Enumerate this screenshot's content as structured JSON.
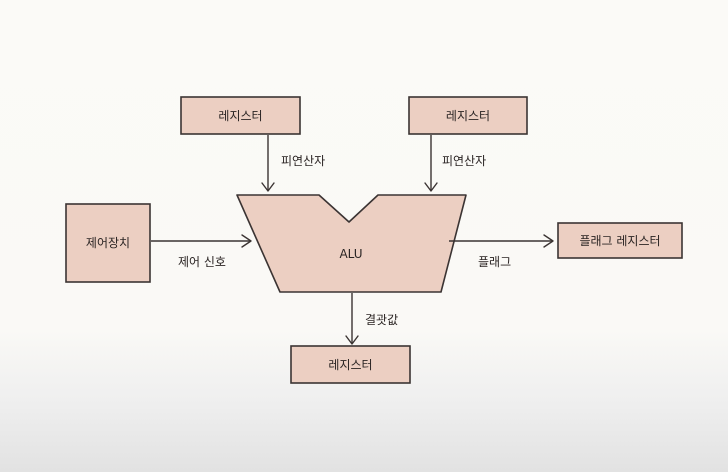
{
  "nodes": {
    "register_top_left": "레지스터",
    "register_top_right": "레지스터",
    "control_unit": "제어장치",
    "alu": "ALU",
    "flag_register": "플래그 레지스터",
    "register_bottom": "레지스터"
  },
  "edges": {
    "operand_left": "피연산자",
    "operand_right": "피연산자",
    "control_signal": "제어 신호",
    "flag": "플래그",
    "result": "결괏값"
  },
  "colors": {
    "box_fill": "#eccfc2",
    "stroke": "#3b3433",
    "text": "#2a2423"
  }
}
